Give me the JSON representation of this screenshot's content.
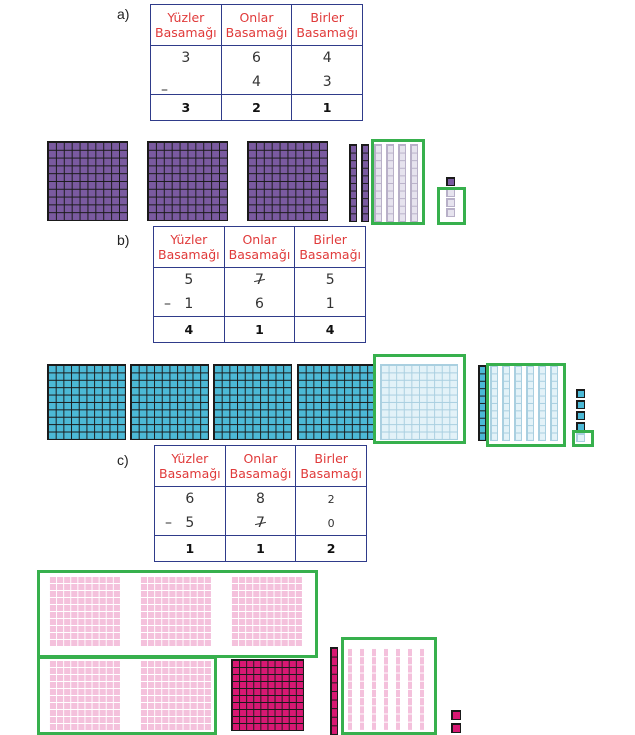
{
  "header": {
    "hundreds": "Yüzler Basamağı",
    "tens": "Onlar Basamağı",
    "ones": "Birler Basamağı"
  },
  "problems": [
    {
      "label": "a)",
      "minus": "–",
      "top": [
        "3",
        "6",
        "4"
      ],
      "bottom": [
        "",
        "4",
        "3"
      ],
      "result": [
        "3",
        "2",
        "1"
      ]
    },
    {
      "label": "b)",
      "minus": "–",
      "top": [
        "5",
        "7",
        "5"
      ],
      "bottom": [
        "1",
        "6",
        "1"
      ],
      "result": [
        "4",
        "1",
        "4"
      ]
    },
    {
      "label": "c)",
      "minus": "–",
      "top": [
        "6",
        "8",
        "2"
      ],
      "bottom": [
        "5",
        "7",
        "0"
      ],
      "result": [
        "1",
        "1",
        "2"
      ]
    }
  ],
  "colors": {
    "purple": "#7a5aa0",
    "purple_light": "#e6e3ee",
    "blue": "#4cb9d6",
    "blue_light": "#e3f2f8",
    "pink": "#f4c1dc",
    "magenta": "#d81873",
    "green_box": "#37b04d",
    "grid_line": "#1a1a1a",
    "table_border": "#2f3b8a",
    "header_red": "#e03a3a"
  },
  "icons": {
    "hundred_block": "hundred-square-icon",
    "ten_rod": "ten-rod-icon",
    "one_cube": "unit-cube-icon"
  }
}
